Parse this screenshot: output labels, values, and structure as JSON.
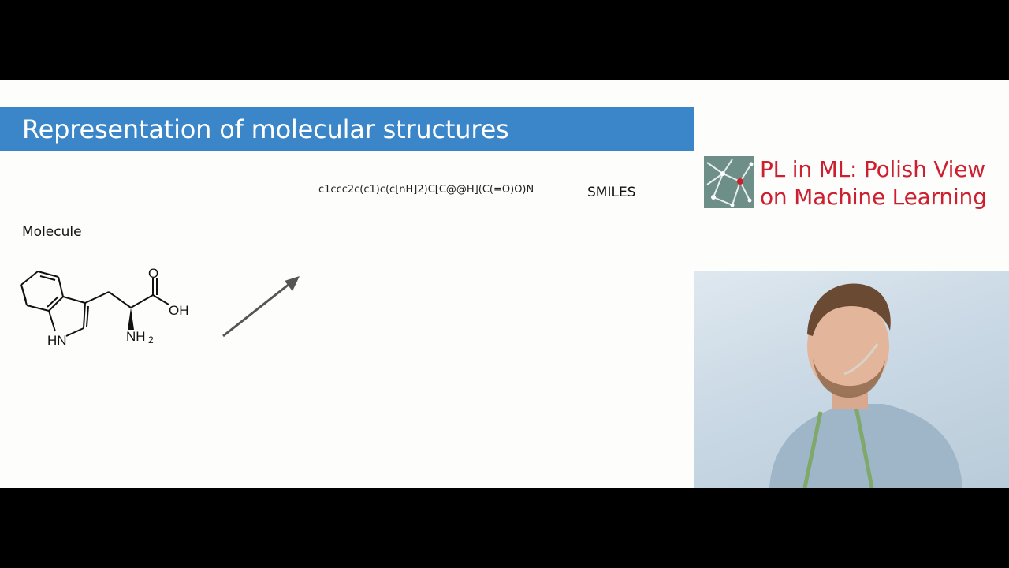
{
  "slide": {
    "title": "Representation of molecular structures",
    "molecule_label": "Molecule",
    "smiles_string": "c1ccc2c(c1)c(c[nH]2)C[C@@H](C(=O)O)N",
    "smiles_label": "SMILES"
  },
  "molecule_atoms": {
    "oxygen": "O",
    "hydroxyl": "OH",
    "indole_nh": "HN",
    "amine": "NH",
    "amine_subscript": "2"
  },
  "branding": {
    "line1": "PL in ML: Polish View",
    "line2": "on Machine Learning",
    "logo_icon": "network-graph-icon"
  },
  "colors": {
    "title_bar": "#3b86c8",
    "brand_red": "#cc1f2f",
    "logo_green": "#6e8f87",
    "background": "#fdfdfc",
    "letterbox": "#000000"
  }
}
